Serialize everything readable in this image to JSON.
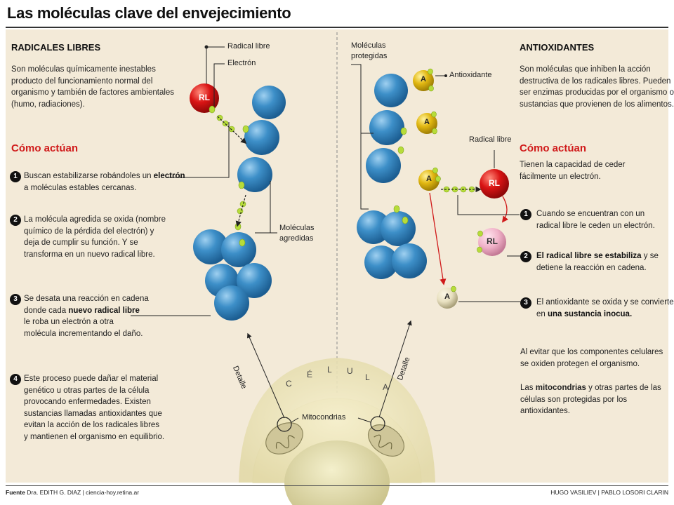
{
  "title": "Las moléculas clave del envejecimiento",
  "left": {
    "heading": "RADICALES LIBRES",
    "intro": [
      "Son moléculas químicamente inestables",
      "producto del funcionamiento normal del",
      "organismo y también de factores ambientales",
      "(humo, radiaciones)."
    ],
    "how_heading": "Cómo actúan",
    "steps": [
      {
        "n": "1",
        "lines": [
          [
            "Buscan estabilizarse robándoles un ",
            "electrón"
          ],
          [
            "a moléculas estables cercanas.",
            ""
          ]
        ]
      },
      {
        "n": "2",
        "lines": [
          [
            "La molécula agredida se oxida (nombre",
            ""
          ],
          [
            "químico de la pérdida del electrón) y",
            ""
          ],
          [
            "deja de cumplir su función. Y se",
            ""
          ],
          [
            "transforma en un nuevo radical libre.",
            ""
          ]
        ]
      },
      {
        "n": "3",
        "lines": [
          [
            "Se desata una reacción en cadena",
            ""
          ],
          [
            "donde cada ",
            "nuevo radical libre"
          ],
          [
            "le roba un electrón a otra",
            ""
          ],
          [
            "molécula incrementando el daño.",
            ""
          ]
        ]
      },
      {
        "n": "4",
        "lines": [
          [
            "Este proceso puede dañar el material",
            ""
          ],
          [
            "genético u otras partes de la célula",
            ""
          ],
          [
            "provocando enfermedades. Existen",
            ""
          ],
          [
            "sustancias llamadas antioxidantes que",
            ""
          ],
          [
            "evitan la acción de los radicales libres",
            ""
          ],
          [
            "y mantienen el organismo en equilibrio.",
            ""
          ]
        ]
      }
    ]
  },
  "right": {
    "heading": "ANTIOXIDANTES",
    "intro": [
      "Son moléculas que inhiben la acción",
      "destructiva de los radicales libres. Pueden",
      "ser enzimas producidas por el organismo o",
      "sustancias que provienen de los alimentos."
    ],
    "how_heading": "Cómo actúan",
    "how_text": [
      "Tienen la capacidad de ceder",
      "fácilmente un electrón."
    ],
    "steps": [
      {
        "n": "1",
        "lines": [
          [
            "Cuando se encuentran con un",
            ""
          ],
          [
            "radical libre le ceden un electrón.",
            ""
          ]
        ]
      },
      {
        "n": "2",
        "lines": [
          [
            "",
            "El radical libre se estabiliza",
            " y se"
          ],
          [
            "detiene la reacción en cadena.",
            ""
          ]
        ]
      },
      {
        "n": "3",
        "lines": [
          [
            "El antioxidante se oxida y se convierte",
            ""
          ],
          [
            "en ",
            "una sustancia inocua."
          ]
        ]
      }
    ],
    "closing": [
      "Al evitar que los componentes celulares",
      "se oxiden protegen el organismo."
    ],
    "closing2": [
      [
        "Las ",
        "mitocondrias",
        " y otras partes de las"
      ],
      [
        "células son protegidas por los antioxidantes.",
        "",
        ""
      ]
    ]
  },
  "labels": {
    "radical_libre": "Radical libre",
    "electron": "Electrón",
    "rl": "RL",
    "moleculas_agredidas": [
      "Moléculas",
      "agredidas"
    ],
    "moleculas_protegidas": [
      "Moléculas",
      "protegidas"
    ],
    "antioxidante": "Antioxidante",
    "radical_libre_right": "Radical libre",
    "a": "A",
    "celula": [
      "C",
      "É",
      "L",
      "U",
      "L",
      "A"
    ],
    "mitocondrias": "Mitocondrias",
    "detalle": "Detalle"
  },
  "footer": {
    "fuente_label": "Fuente",
    "fuente_text": "Dra. EDITH G. DIAZ  |  ciencia-hoy.retina.ar",
    "credits": "HUGO VASILIEV  |  PABLO LOSORI  CLARIN"
  },
  "colors": {
    "panel": "#f3ead8",
    "blue": "#3d8fc8",
    "red_rl": "#d91414",
    "pink_rl": "#f1b3c9",
    "yellow_a": "#e2b812",
    "beige_a": "#e8e0c0",
    "electron_green": "#b7dc3a",
    "accent_red": "#d01a1a"
  }
}
